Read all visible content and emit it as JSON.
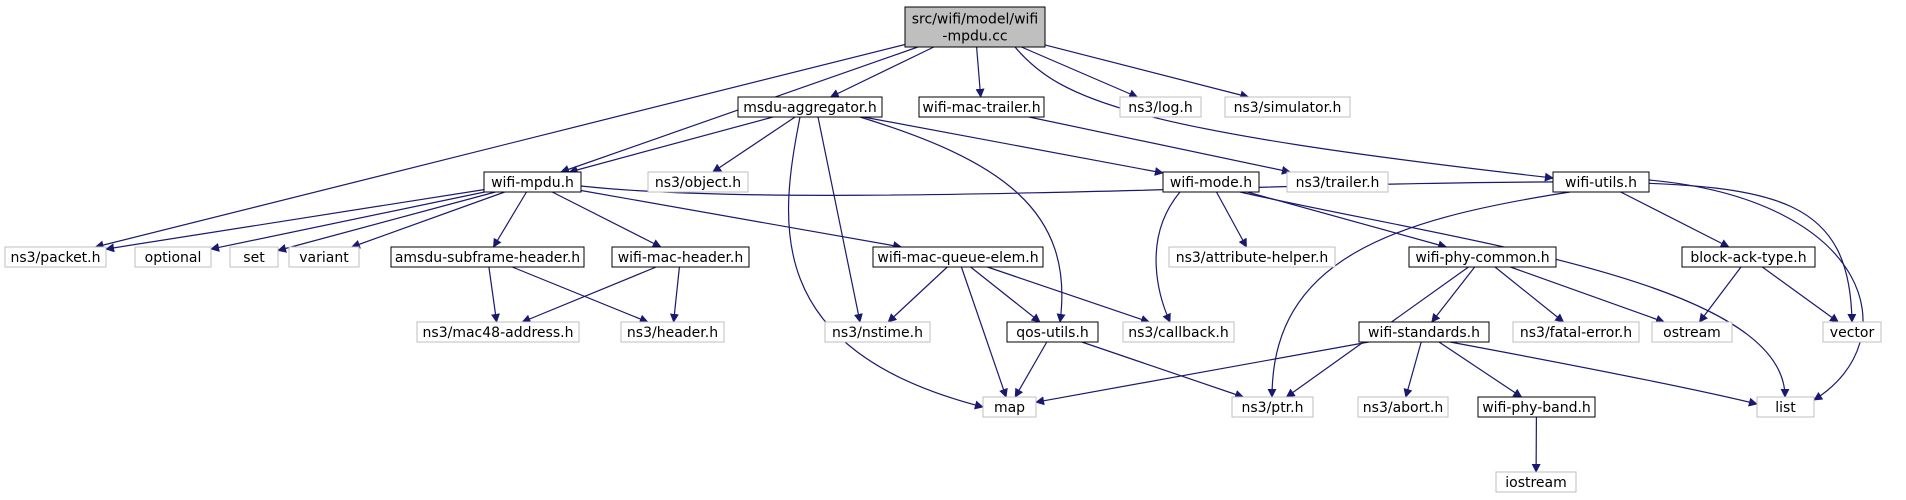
{
  "colors": {
    "edge": "#191970",
    "root_fill": "#bfbfbf",
    "root_border": "#000000",
    "project_border": "#000000",
    "external_border": "#bfbfbf",
    "external_text": "#000000"
  },
  "nodes": [
    {
      "id": "root",
      "kind": "root",
      "label_lines": [
        "src/wifi/model/wifi",
        "-mpdu.cc"
      ]
    },
    {
      "id": "msdu_aggregator",
      "kind": "project",
      "label_lines": [
        "msdu-aggregator.h"
      ]
    },
    {
      "id": "wifi_mac_trailer",
      "kind": "project",
      "label_lines": [
        "wifi-mac-trailer.h"
      ]
    },
    {
      "id": "log",
      "kind": "external",
      "label_lines": [
        "ns3/log.h"
      ]
    },
    {
      "id": "simulator",
      "kind": "external",
      "label_lines": [
        "ns3/simulator.h"
      ]
    },
    {
      "id": "wifi_mpdu",
      "kind": "project",
      "label_lines": [
        "wifi-mpdu.h"
      ]
    },
    {
      "id": "object",
      "kind": "external",
      "label_lines": [
        "ns3/object.h"
      ]
    },
    {
      "id": "wifi_mode",
      "kind": "project",
      "label_lines": [
        "wifi-mode.h"
      ]
    },
    {
      "id": "trailer",
      "kind": "external",
      "label_lines": [
        "ns3/trailer.h"
      ]
    },
    {
      "id": "wifi_utils",
      "kind": "project",
      "label_lines": [
        "wifi-utils.h"
      ]
    },
    {
      "id": "packet",
      "kind": "external",
      "label_lines": [
        "ns3/packet.h"
      ]
    },
    {
      "id": "optional",
      "kind": "external",
      "label_lines": [
        "optional"
      ]
    },
    {
      "id": "set",
      "kind": "external",
      "label_lines": [
        "set"
      ]
    },
    {
      "id": "variant",
      "kind": "external",
      "label_lines": [
        "variant"
      ]
    },
    {
      "id": "amsdu_subframe_header",
      "kind": "project",
      "label_lines": [
        "amsdu-subframe-header.h"
      ]
    },
    {
      "id": "wifi_mac_header",
      "kind": "project",
      "label_lines": [
        "wifi-mac-header.h"
      ]
    },
    {
      "id": "wifi_mac_queue_elem",
      "kind": "project",
      "label_lines": [
        "wifi-mac-queue-elem.h"
      ]
    },
    {
      "id": "attribute_helper",
      "kind": "external",
      "label_lines": [
        "ns3/attribute-helper.h"
      ]
    },
    {
      "id": "wifi_phy_common",
      "kind": "project",
      "label_lines": [
        "wifi-phy-common.h"
      ]
    },
    {
      "id": "block_ack_type",
      "kind": "project",
      "label_lines": [
        "block-ack-type.h"
      ]
    },
    {
      "id": "mac48_address",
      "kind": "external",
      "label_lines": [
        "ns3/mac48-address.h"
      ]
    },
    {
      "id": "header",
      "kind": "external",
      "label_lines": [
        "ns3/header.h"
      ]
    },
    {
      "id": "nstime",
      "kind": "external",
      "label_lines": [
        "ns3/nstime.h"
      ]
    },
    {
      "id": "qos_utils",
      "kind": "project",
      "label_lines": [
        "qos-utils.h"
      ]
    },
    {
      "id": "callback",
      "kind": "external",
      "label_lines": [
        "ns3/callback.h"
      ]
    },
    {
      "id": "wifi_standards",
      "kind": "project",
      "label_lines": [
        "wifi-standards.h"
      ]
    },
    {
      "id": "fatal_error",
      "kind": "external",
      "label_lines": [
        "ns3/fatal-error.h"
      ]
    },
    {
      "id": "ostream",
      "kind": "external",
      "label_lines": [
        "ostream"
      ]
    },
    {
      "id": "vector",
      "kind": "external",
      "label_lines": [
        "vector"
      ]
    },
    {
      "id": "map",
      "kind": "external",
      "label_lines": [
        "map"
      ]
    },
    {
      "id": "ptr",
      "kind": "external",
      "label_lines": [
        "ns3/ptr.h"
      ]
    },
    {
      "id": "abort",
      "kind": "external",
      "label_lines": [
        "ns3/abort.h"
      ]
    },
    {
      "id": "wifi_phy_band",
      "kind": "project",
      "label_lines": [
        "wifi-phy-band.h"
      ]
    },
    {
      "id": "list",
      "kind": "external",
      "label_lines": [
        "list"
      ]
    },
    {
      "id": "iostream",
      "kind": "external",
      "label_lines": [
        "iostream"
      ]
    }
  ],
  "edges": [
    {
      "from": "root",
      "to": "msdu_aggregator"
    },
    {
      "from": "root",
      "to": "wifi_mac_trailer"
    },
    {
      "from": "root",
      "to": "log"
    },
    {
      "from": "root",
      "to": "simulator"
    },
    {
      "from": "root",
      "to": "wifi_mpdu"
    },
    {
      "from": "root",
      "to": "packet"
    },
    {
      "from": "root",
      "to": "wifi_utils"
    },
    {
      "from": "msdu_aggregator",
      "to": "wifi_mpdu"
    },
    {
      "from": "msdu_aggregator",
      "to": "object"
    },
    {
      "from": "msdu_aggregator",
      "to": "wifi_mode"
    },
    {
      "from": "msdu_aggregator",
      "to": "map"
    },
    {
      "from": "msdu_aggregator",
      "to": "nstime"
    },
    {
      "from": "msdu_aggregator",
      "to": "qos_utils"
    },
    {
      "from": "wifi_mac_trailer",
      "to": "trailer"
    },
    {
      "from": "wifi_mpdu",
      "to": "packet"
    },
    {
      "from": "wifi_mpdu",
      "to": "optional"
    },
    {
      "from": "wifi_mpdu",
      "to": "set"
    },
    {
      "from": "wifi_mpdu",
      "to": "variant"
    },
    {
      "from": "wifi_mpdu",
      "to": "amsdu_subframe_header"
    },
    {
      "from": "wifi_mpdu",
      "to": "wifi_mac_header"
    },
    {
      "from": "wifi_mpdu",
      "to": "wifi_mac_queue_elem"
    },
    {
      "from": "wifi_mpdu",
      "to": "vector"
    },
    {
      "from": "wifi_mode",
      "to": "attribute_helper"
    },
    {
      "from": "wifi_mode",
      "to": "callback"
    },
    {
      "from": "wifi_mode",
      "to": "wifi_phy_common"
    },
    {
      "from": "wifi_mode",
      "to": "list"
    },
    {
      "from": "wifi_utils",
      "to": "block_ack_type"
    },
    {
      "from": "wifi_utils",
      "to": "ptr"
    },
    {
      "from": "wifi_utils",
      "to": "list"
    },
    {
      "from": "amsdu_subframe_header",
      "to": "mac48_address"
    },
    {
      "from": "amsdu_subframe_header",
      "to": "header"
    },
    {
      "from": "wifi_mac_header",
      "to": "mac48_address"
    },
    {
      "from": "wifi_mac_header",
      "to": "header"
    },
    {
      "from": "wifi_mac_queue_elem",
      "to": "nstime"
    },
    {
      "from": "wifi_mac_queue_elem",
      "to": "qos_utils"
    },
    {
      "from": "wifi_mac_queue_elem",
      "to": "callback"
    },
    {
      "from": "wifi_mac_queue_elem",
      "to": "map"
    },
    {
      "from": "wifi_phy_common",
      "to": "wifi_standards"
    },
    {
      "from": "wifi_phy_common",
      "to": "fatal_error"
    },
    {
      "from": "wifi_phy_common",
      "to": "ostream"
    },
    {
      "from": "wifi_phy_common",
      "to": "ptr"
    },
    {
      "from": "block_ack_type",
      "to": "ostream"
    },
    {
      "from": "block_ack_type",
      "to": "vector"
    },
    {
      "from": "qos_utils",
      "to": "map"
    },
    {
      "from": "qos_utils",
      "to": "ptr"
    },
    {
      "from": "wifi_standards",
      "to": "map"
    },
    {
      "from": "wifi_standards",
      "to": "abort"
    },
    {
      "from": "wifi_standards",
      "to": "wifi_phy_band"
    },
    {
      "from": "wifi_standards",
      "to": "list"
    },
    {
      "from": "wifi_phy_band",
      "to": "iostream"
    }
  ]
}
